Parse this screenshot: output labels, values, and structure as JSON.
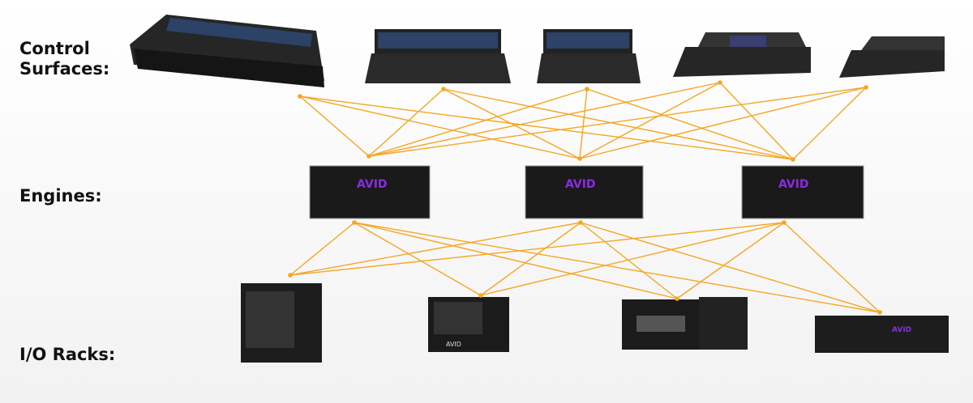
{
  "labels": {
    "surfaces_line1": "Control",
    "surfaces_line2": "Surfaces:",
    "engines": "Engines:",
    "racks": "I/O Racks:"
  },
  "colors": {
    "link": "#f5a623",
    "device": "#1c1c1c",
    "screen": "#243a5e",
    "logo": "#8a2be2"
  },
  "tiers": {
    "surfaces": 5,
    "engines": 3,
    "racks": 4
  }
}
